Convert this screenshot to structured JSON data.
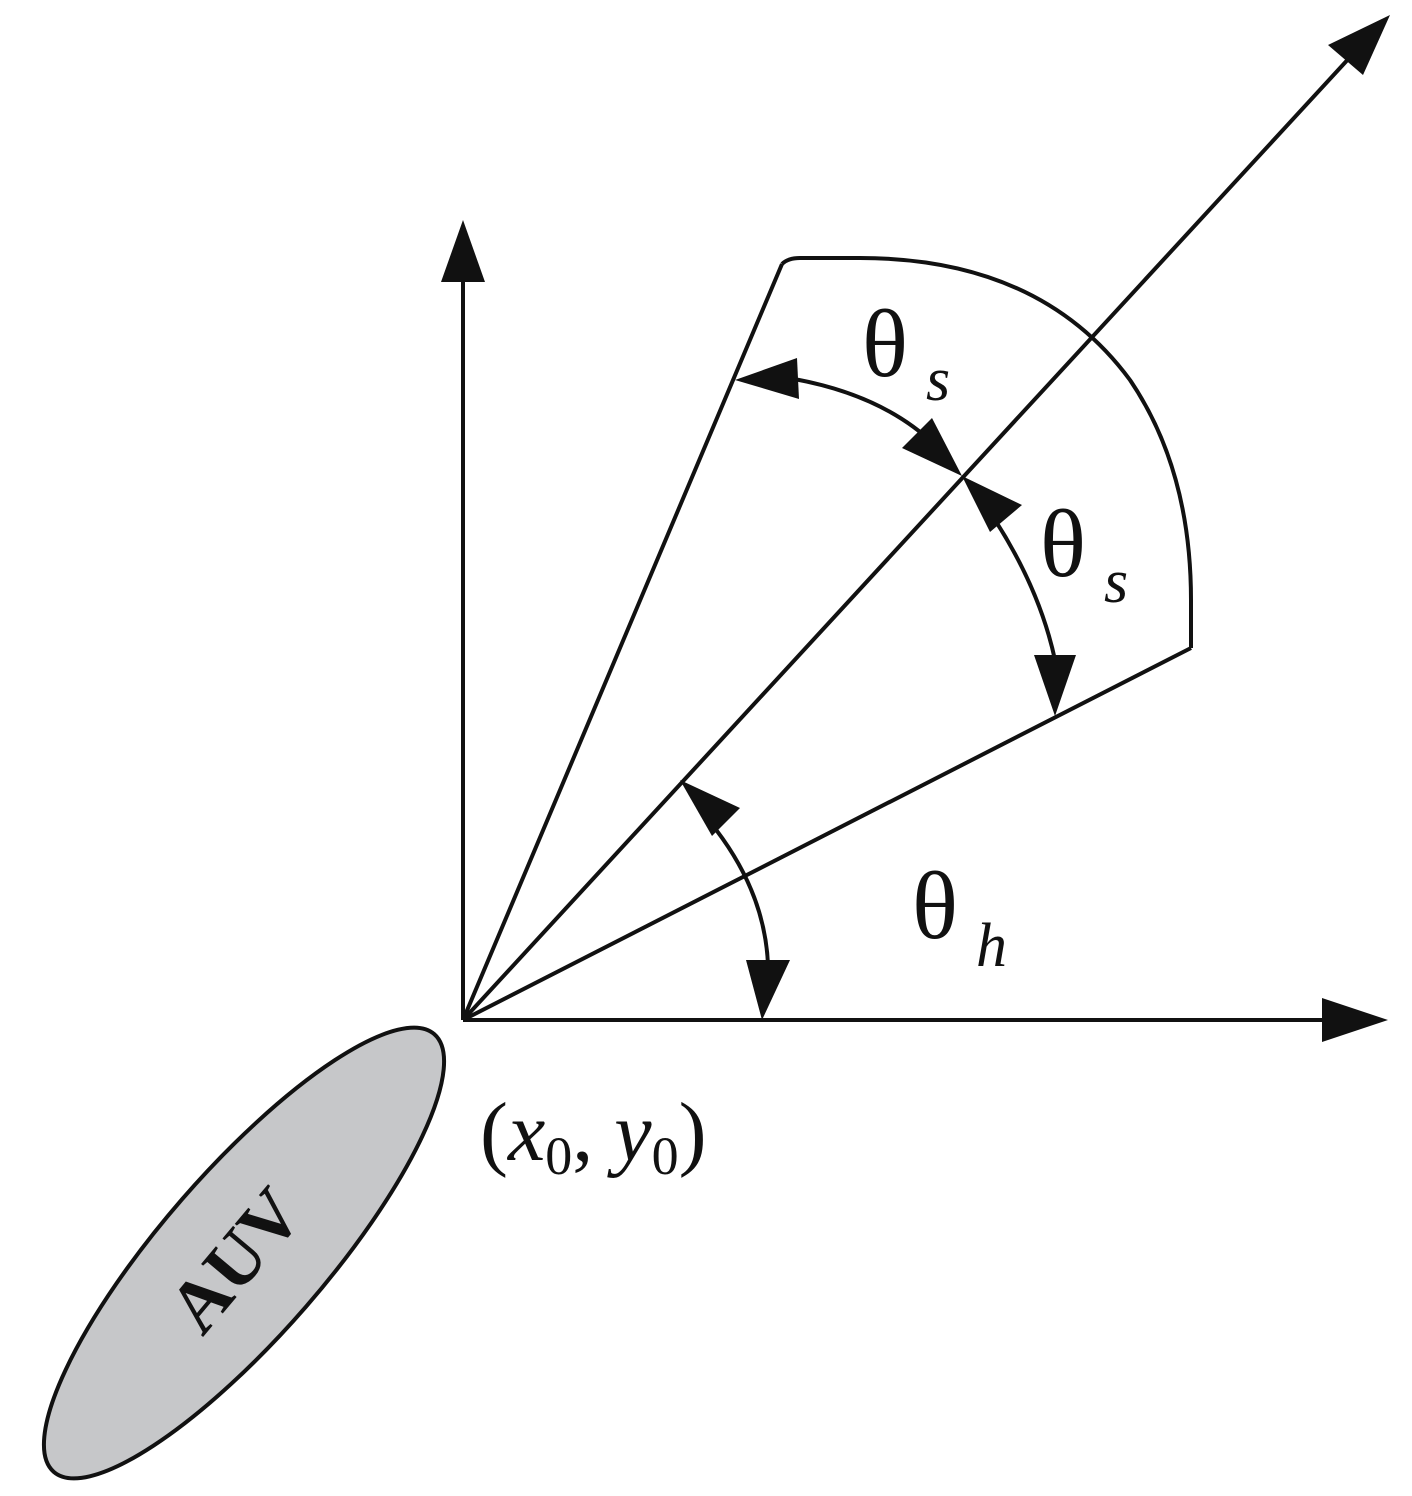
{
  "labels": {
    "theta_upper": {
      "symbol": "θ",
      "subscript": "s"
    },
    "theta_lower": {
      "symbol": "θ",
      "subscript": "s"
    },
    "theta_heading": {
      "symbol": "θ",
      "subscript": "h"
    },
    "origin": {
      "open": "(",
      "x": "x",
      "x_index": "0",
      "comma": ", ",
      "y": "y",
      "y_index": "0",
      "close": ")"
    },
    "vehicle": "AUV"
  },
  "colors": {
    "stroke": "#111111",
    "vehicle_fill": "#c6c7c9"
  }
}
